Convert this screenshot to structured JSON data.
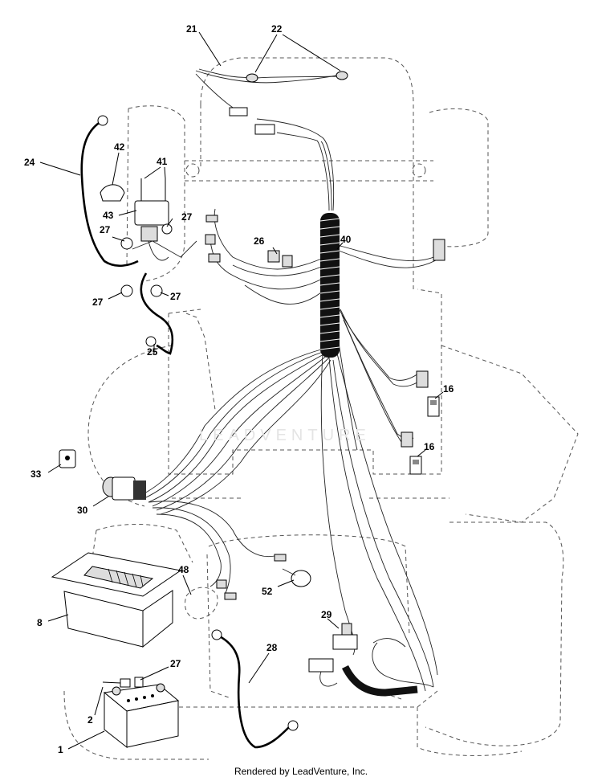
{
  "credit": "Rendered by LeadVenture, Inc.",
  "watermark": "LEADVENTURE",
  "part_labels": {
    "p1": "1",
    "p2": "2",
    "p8": "8",
    "p16a": "16",
    "p16b": "16",
    "p21": "21",
    "p22": "22",
    "p24": "24",
    "p25": "25",
    "p26": "26",
    "p27a": "27",
    "p27b": "27",
    "p27c": "27",
    "p27d": "27",
    "p27e": "27",
    "p28": "28",
    "p29": "29",
    "p30": "30",
    "p33": "33",
    "p40": "40",
    "p41": "41",
    "p42": "42",
    "p43": "43",
    "p48": "48",
    "p52": "52"
  }
}
